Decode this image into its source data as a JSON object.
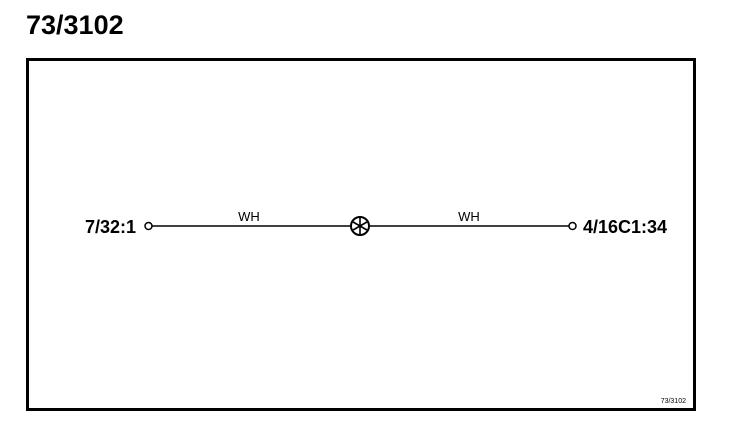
{
  "title": "73/3102",
  "diagram": {
    "left_terminal": {
      "label": "7/32:1"
    },
    "right_terminal": {
      "label": "4/16C1:34"
    },
    "wires": [
      {
        "color_code": "WH"
      },
      {
        "color_code": "WH"
      }
    ],
    "splice": {
      "icon": "splice-star-circle-icon"
    },
    "reference": "73/3102"
  },
  "colors": {
    "line": "#000000",
    "background": "#ffffff"
  }
}
